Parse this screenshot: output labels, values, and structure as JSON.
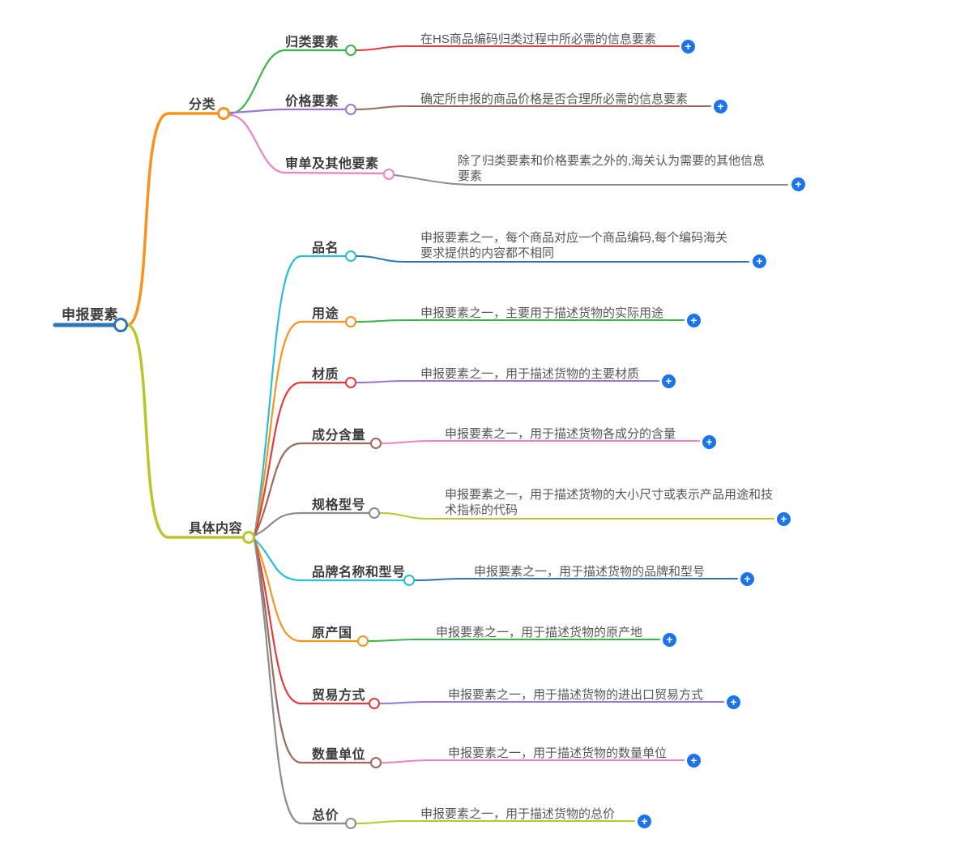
{
  "palette": {
    "steel_blue": "#2E75B6",
    "orange": "#F7941E",
    "olive": "#BCC52C",
    "green": "#39B54A",
    "red": "#E23C3C",
    "purple": "#9878D2",
    "brown": "#9A6A5C",
    "pink": "#F07FC6",
    "gray": "#8C8C8C",
    "cyan": "#29BFD9",
    "plus_blue": "#1B74E8",
    "label_text": "#3C3C3C",
    "desc_text": "#575757"
  },
  "icons": {
    "plus": "+"
  },
  "root": {
    "label": "申报要素"
  },
  "branches": [
    {
      "label": "分类",
      "children": [
        {
          "label": "归类要素",
          "desc": "在HS商品编码归类过程中所必需的信息要素"
        },
        {
          "label": "价格要素",
          "desc": "确定所申报的商品价格是否合理所必需的信息要素"
        },
        {
          "label": "审单及其他要素",
          "desc": "除了归类要素和价格要素之外的,海关认为需要的其他信息要素"
        }
      ]
    },
    {
      "label": "具体内容",
      "children": [
        {
          "label": "品名",
          "desc": "申报要素之一，每个商品对应一个商品编码,每个编码海关要求提供的内容都不相同"
        },
        {
          "label": "用途",
          "desc": "申报要素之一，主要用于描述货物的实际用途"
        },
        {
          "label": "材质",
          "desc": "申报要素之一，用于描述货物的主要材质"
        },
        {
          "label": "成分含量",
          "desc": "申报要素之一，用于描述货物各成分的含量"
        },
        {
          "label": "规格型号",
          "desc": "申报要素之一，用于描述货物的大小尺寸或表示产品用途和技术指标的代码"
        },
        {
          "label": "品牌名称和型号",
          "desc": "申报要素之一，用于描述货物的品牌和型号"
        },
        {
          "label": "原产国",
          "desc": "申报要素之一，用于描述货物的原产地"
        },
        {
          "label": "贸易方式",
          "desc": "申报要素之一，用于描述货物的进出口贸易方式"
        },
        {
          "label": "数量单位",
          "desc": "申报要素之一，用于描述货物的数量单位"
        },
        {
          "label": "总价",
          "desc": "申报要素之一，用于描述货物的总价"
        }
      ]
    }
  ]
}
